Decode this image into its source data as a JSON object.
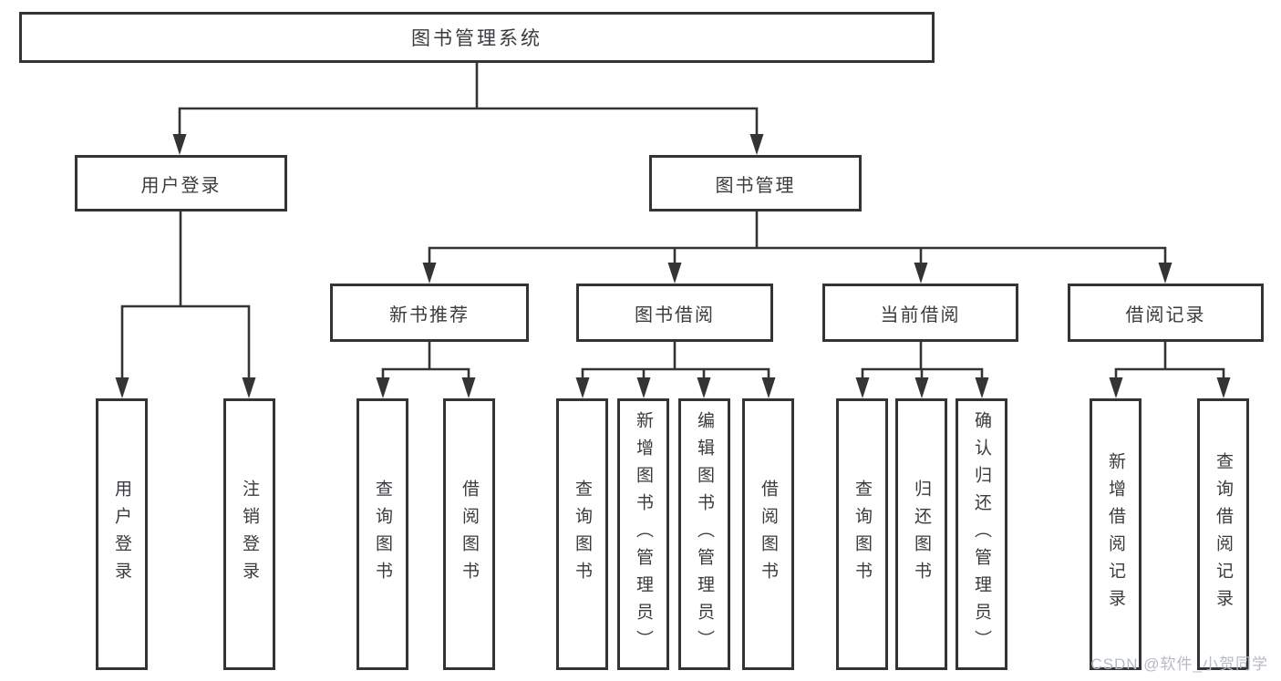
{
  "diagram": {
    "title": "图书管理系统",
    "colors": {
      "line": "#333436",
      "box_border": "#333436",
      "text": "#3a3b3e",
      "watermark": "#b7bbc3",
      "background": "#ffffff"
    },
    "nodes": {
      "root": "图书管理系统",
      "user_login": "用户登录",
      "book_mgmt": "图书管理",
      "new_book": "新书推荐",
      "book_borrow": "图书借阅",
      "current_borrow": "当前借阅",
      "borrow_record": "借阅记录",
      "leaf_user_login": "用户登录",
      "leaf_logout": "注销登录",
      "nb_query": "查询图书",
      "nb_borrow": "借阅图书",
      "bb_query": "查询图书",
      "bb_add": "新增图书（管理员）",
      "bb_edit": "编辑图书（管理员）",
      "bb_borrow": "借阅图书",
      "cb_query": "查询图书",
      "cb_return": "归还图书",
      "cb_confirm": "确认归还（管理员）",
      "br_add": "新增借阅记录",
      "br_query": "查询借阅记录"
    },
    "hierarchy": {
      "图书管理系统": {
        "用户登录": [
          "用户登录",
          "注销登录"
        ],
        "图书管理": {
          "新书推荐": [
            "查询图书",
            "借阅图书"
          ],
          "图书借阅": [
            "查询图书",
            "新增图书（管理员）",
            "编辑图书（管理员）",
            "借阅图书"
          ],
          "当前借阅": [
            "查询图书",
            "归还图书",
            "确认归还（管理员）"
          ],
          "借阅记录": [
            "新增借阅记录",
            "查询借阅记录"
          ]
        }
      }
    },
    "watermark": "CSDN @软件_小贺同学"
  }
}
